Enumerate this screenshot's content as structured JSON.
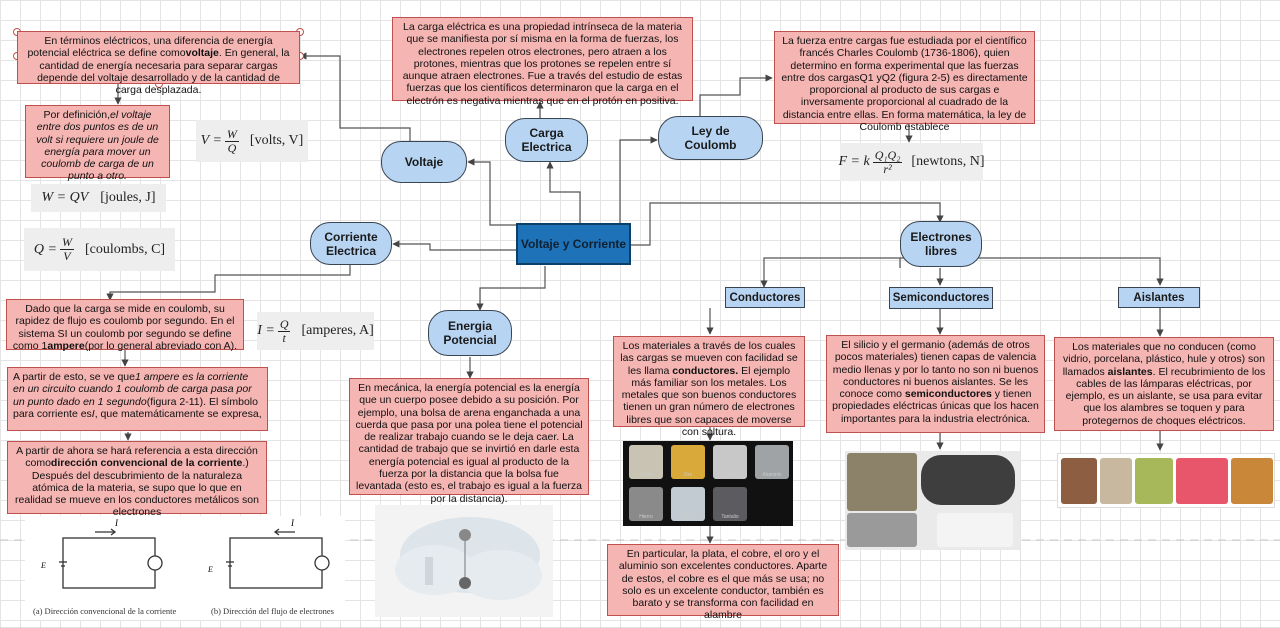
{
  "center": "Voltaje y Corriente",
  "nodes": {
    "voltaje": "Voltaje",
    "carga": "Carga\nElectrica",
    "ley": "Ley de\nCoulomb",
    "corriente": "Corriente\nElectrica",
    "energia": "Energia\nPotencial",
    "electrones": "Electrones\nlibres",
    "conductores": "Conductores",
    "semiconductores": "Semiconductores",
    "aislantes": "Aislantes"
  },
  "texts": {
    "voltaje_def_1": "En términos eléctricos, una diferencia de energía potencial eléctrica se define como",
    "voltaje_def_bold": "voltaje",
    "voltaje_def_2": ". En general, la cantidad de energía necesaria para separar cargas depende del voltaje desarrollado y de la cantidad de carga desplazada.",
    "volt_def_1": "Por definición,",
    "volt_def_italic": "el voltaje entre dos puntos es de un volt si requiere un joule de energía para mover un coulomb de carga de un punto a otro.",
    "carga_def": "La carga eléctrica es una propiedad intrínseca de la materia que se manifiesta por sí misma en la forma de fuerzas, los electrones repelen otros electrones, pero atraen a los protones, mientras que los protones se repelen entre sí aunque atraen electrones. Fue a través del estudio de estas fuerzas que los científicos determinaron que la carga en el electrón es negativa mientras que en el protón en positiva.",
    "coulomb_def": "La fuerza entre cargas fue estudiada por el científico francés Charles Coulomb (1736-1806), quien determino en forma experimental que las fuerzas entre dos cargasQ1 yQ2 (figura 2-5) es directamente proporcional al producto de sus cargas e inversamente proporcional al cuadrado de la distancia entre ellas. En forma matemática, la ley de Coulomb establece",
    "corriente_def_1": "Dado que la carga se mide en coulomb, su rapidez de flujo es coulomb por segundo. En el sistema SI un coulomb por segundo se define como 1",
    "corriente_def_bold": "ampere",
    "corriente_def_2": "(por lo general abreviado con A).",
    "ampere_1": "A partir de esto, se ve que",
    "ampere_italic": "1 ampere es la corriente en un circuito cuando 1 coulomb de carga pasa por un punto dado en 1 segundo",
    "ampere_2": "(figura 2-11). El símbolo para corriente es",
    "ampere_i": "I",
    "ampere_3": ", que matemáticamente se expresa,",
    "direccion_1": "A partir de ahora se hará referencia a esta dirección como",
    "direccion_bold": "dirección convencional de la corriente",
    "direccion_2": ".) Después del descubrimiento de la naturaleza atómica de la materia, se supo que lo que en realidad se mueve en los conductores metálicos son electrones",
    "energia_def": "En mecánica, la energía potencial es la energía que un cuerpo posee debido a su posición. Por ejemplo, una bolsa de arena enganchada a una cuerda que pasa por una polea tiene el potencial de realizar trabajo cuando se le deja caer. La cantidad de trabajo que se invirtió en darle esta energía potencial es igual al producto de la fuerza por la distancia que la bolsa fue levantada (esto es, el trabajo es igual a la fuerza por la distancia).",
    "conductores_def_1": "Los materiales a través de los cuales las cargas se mueven con facilidad se les llama",
    "conductores_def_bold": "conductores.",
    "conductores_def_2": " El ejemplo más familiar son los metales. Los metales que son buenos conductores tienen un gran número de electrones libres que son capaces de moverse con soltura.",
    "conductores_ex": "En particular, la plata, el cobre, el oro y el aluminio son excelentes conductores. Aparte de estos, el cobre es el que más se usa; no solo es un excelente conductor, también es barato y se transforma con facilidad en alambre",
    "semi_def_1": "El silicio y el germanio (además de otros pocos materiales) tienen capas de valencia medio llenas y por lo tanto no son ni buenos conductores ni buenos aislantes. Se les conoce como",
    "semi_def_bold": "semiconductores",
    "semi_def_2": " y tienen propiedades eléctricas únicas que los hacen importantes para la industria electrónica.",
    "aislantes_def_1": "Los materiales que no conducen (como vidrio, porcelana, plástico, hule y otros) son llamados",
    "aislantes_def_bold": "aislantes",
    "aislantes_def_2": ". El recubrimiento de los cables de las lámparas eléctricas, por ejemplo, es un aislante, se usa para evitar que los alambres se toquen y para protegernos de choques eléctricos."
  },
  "formulas": {
    "v_lhs": "V =",
    "v_num": "W",
    "v_den": "Q",
    "v_unit": "[volts, V]",
    "w": "W = QV",
    "w_unit": "[joules, J]",
    "q_lhs": "Q =",
    "q_num": "W",
    "q_den": "V",
    "q_unit": "[coulombs, C]",
    "i_lhs": "I =",
    "i_num": "Q",
    "i_den": "t",
    "i_unit": "[amperes, A]",
    "f_lhs": "F = k",
    "f_num": "Q₁Q₂",
    "f_den": "r²",
    "f_unit": "[newtons, N]"
  },
  "figure_labels": {
    "circuit_a": "(a) Dirección convencional de la corriente",
    "circuit_b": "(b) Dirección del flujo de electrones",
    "current_symbol": "I",
    "emf_symbol": "E",
    "metal_tiles": [
      "Cobre",
      "Oro",
      "Plata",
      "Aluminio",
      "Hierro",
      "Agua",
      "Tantalio"
    ]
  },
  "colors": {
    "text_box_fill": "#f4b5b3",
    "text_box_border": "#c0504d",
    "node_fill": "#b7d5f3",
    "center_fill": "#1e72b8"
  }
}
